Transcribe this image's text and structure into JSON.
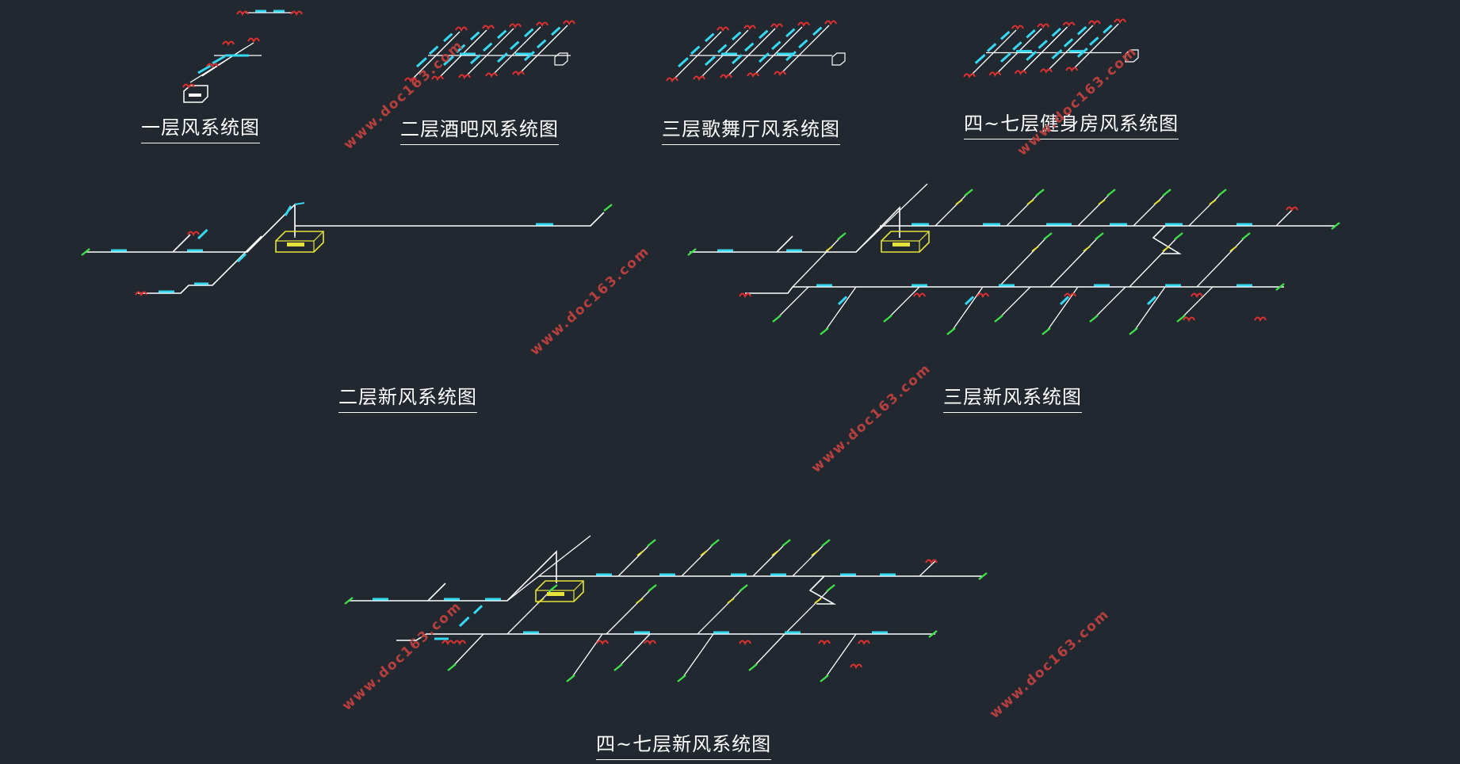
{
  "titles": {
    "t1": "一层风系统图",
    "t2": "二层酒吧风系统图",
    "t3": "三层歌舞厅风系统图",
    "t4": "四~七层健身房风系统图",
    "t5": "二层新风系统图",
    "t6": "三层新风系统图",
    "t7": "四~七层新风系统图"
  },
  "watermark": "www.doc163.com",
  "colors": {
    "background": "#212830",
    "duct": "#ffffff",
    "cyan_label": "#35d8f0",
    "red_outlet": "#e0312f",
    "green_outlet": "#3fe04a",
    "yellow_unit": "#e6e33a",
    "watermark": "#c0413e"
  }
}
